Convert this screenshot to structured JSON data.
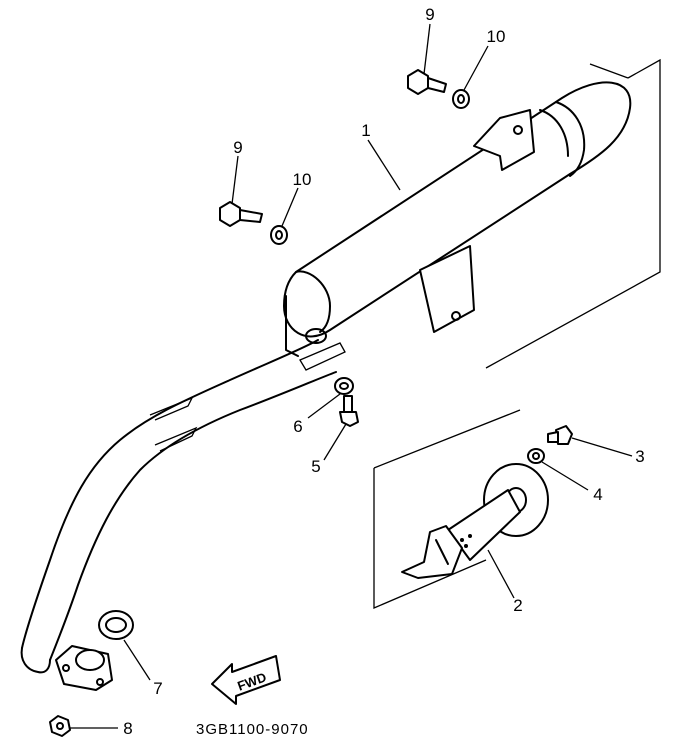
{
  "callouts": [
    {
      "id": "c1",
      "num": "1",
      "desc": "muffler"
    },
    {
      "id": "c2",
      "num": "2",
      "desc": "spark arrester / tail pipe insert"
    },
    {
      "id": "c3",
      "num": "3",
      "desc": "bolt"
    },
    {
      "id": "c4",
      "num": "4",
      "desc": "washer"
    },
    {
      "id": "c5",
      "num": "5",
      "desc": "bolt"
    },
    {
      "id": "c6",
      "num": "6",
      "desc": "washer"
    },
    {
      "id": "c7",
      "num": "7",
      "desc": "gasket"
    },
    {
      "id": "c8",
      "num": "8",
      "desc": "nut"
    },
    {
      "id": "c9a",
      "num": "9",
      "desc": "bolt"
    },
    {
      "id": "c9b",
      "num": "9",
      "desc": "bolt"
    },
    {
      "id": "c10a",
      "num": "10",
      "desc": "washer"
    },
    {
      "id": "c10b",
      "num": "10",
      "desc": "washer"
    }
  ],
  "fwd_label": "FWD",
  "code": "3GB1100-9070"
}
